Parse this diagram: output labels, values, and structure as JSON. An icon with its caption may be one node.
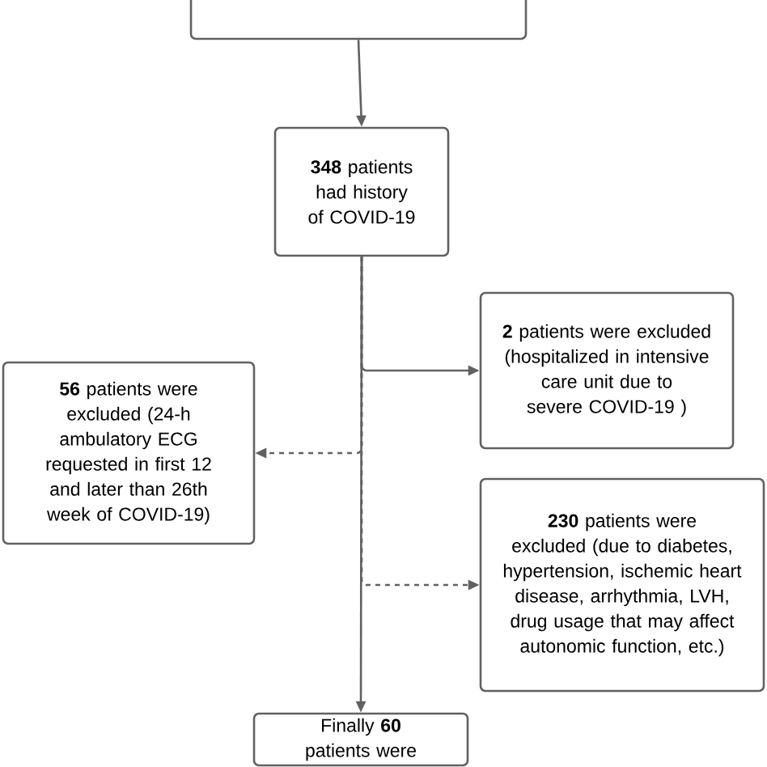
{
  "diagram": {
    "nodes": [
      {
        "text": [],
        "shape": "box"
      },
      {
        "text": [
          "**348** patients had history of COVID-19"
        ]
      },
      {
        "text": [
          "**2** patients were excluded (hospitalized in intensive care unit due to severe COVID-19 )"
        ]
      },
      {
        "text": [
          "**56** patients were excluded (24-h ambulatory ECG requested in first 12 and later than 26th week of COVID-19)"
        ]
      },
      {
        "text": [
          "**230** patients were excluded  (due to diabetes, hypertension, ischemic heart disease, arrhythmia, LVH, drug usage that may affect autonomic function, etc.)"
        ]
      },
      {
        "text": [
          "Finally **60** patients were"
        ]
      }
    ],
    "edges": [
      {
        "from": 0,
        "to": 1,
        "arrow": "to"
      },
      {
        "from": 1,
        "to": 2,
        "arrow": "to"
      },
      {
        "from": 1,
        "to": 3,
        "arrow": "to",
        "style": "dashed"
      },
      {
        "from": 1,
        "to": 4,
        "arrow": "to",
        "style": "dashed"
      },
      {
        "from": 1,
        "to": 5,
        "arrow": "to"
      }
    ]
  }
}
